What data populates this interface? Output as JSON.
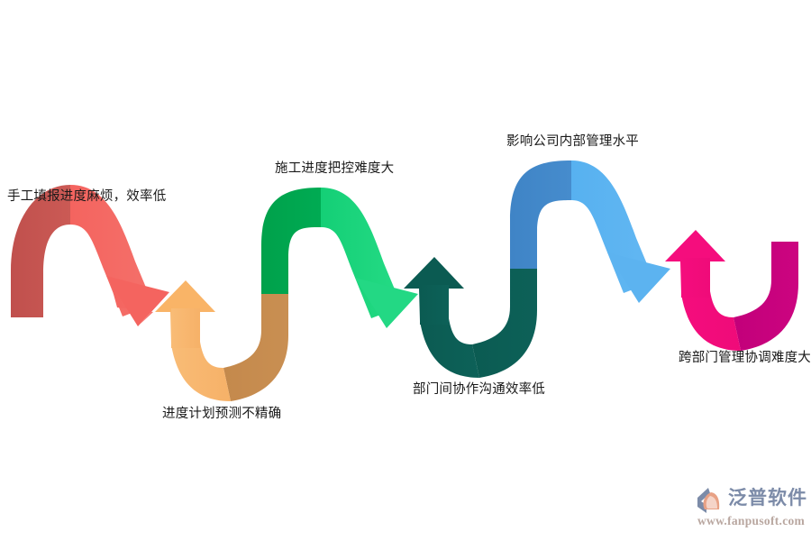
{
  "diagram": {
    "type": "wave-arrow-chain",
    "background": "#ffffff",
    "segments": [
      {
        "id": "seg-1",
        "shape": "arch-down",
        "label": "手工填报进度麻烦，效率低",
        "color_dark": "#c0504d",
        "color_light": "#f4645f",
        "arrow_direction": "down"
      },
      {
        "id": "seg-2",
        "shape": "valley-up",
        "label": "进度计划预测不精确",
        "color_dark": "#c1884a",
        "color_light": "#f7b26a",
        "arrow_direction": "up"
      },
      {
        "id": "seg-3",
        "shape": "arch-down",
        "label": "施工进度把控难度大",
        "color_dark": "#00a14b",
        "color_light": "#1fd67a",
        "arrow_direction": "down"
      },
      {
        "id": "seg-4",
        "shape": "valley-up",
        "label": "部门间协作沟通效率低",
        "color_dark": "#0b5b52",
        "color_light": "#0b5b52",
        "arrow_direction": "up"
      },
      {
        "id": "seg-5",
        "shape": "arch-down",
        "label": "影响公司内部管理水平",
        "color_dark": "#3f84c6",
        "color_light": "#5cb3f0",
        "arrow_direction": "down"
      },
      {
        "id": "seg-6",
        "shape": "valley-up",
        "label": "跨部门管理协调难度大",
        "color_dark": "#c2007a",
        "color_light": "#f50d7d",
        "arrow_direction": "up"
      }
    ]
  },
  "logo": {
    "mark": "fanpu-swoosh-logo",
    "name": "泛普软件",
    "url": "www.fanpusoft.com",
    "name_color": "#7c8ba8",
    "url_color": "#b9a7a0"
  }
}
